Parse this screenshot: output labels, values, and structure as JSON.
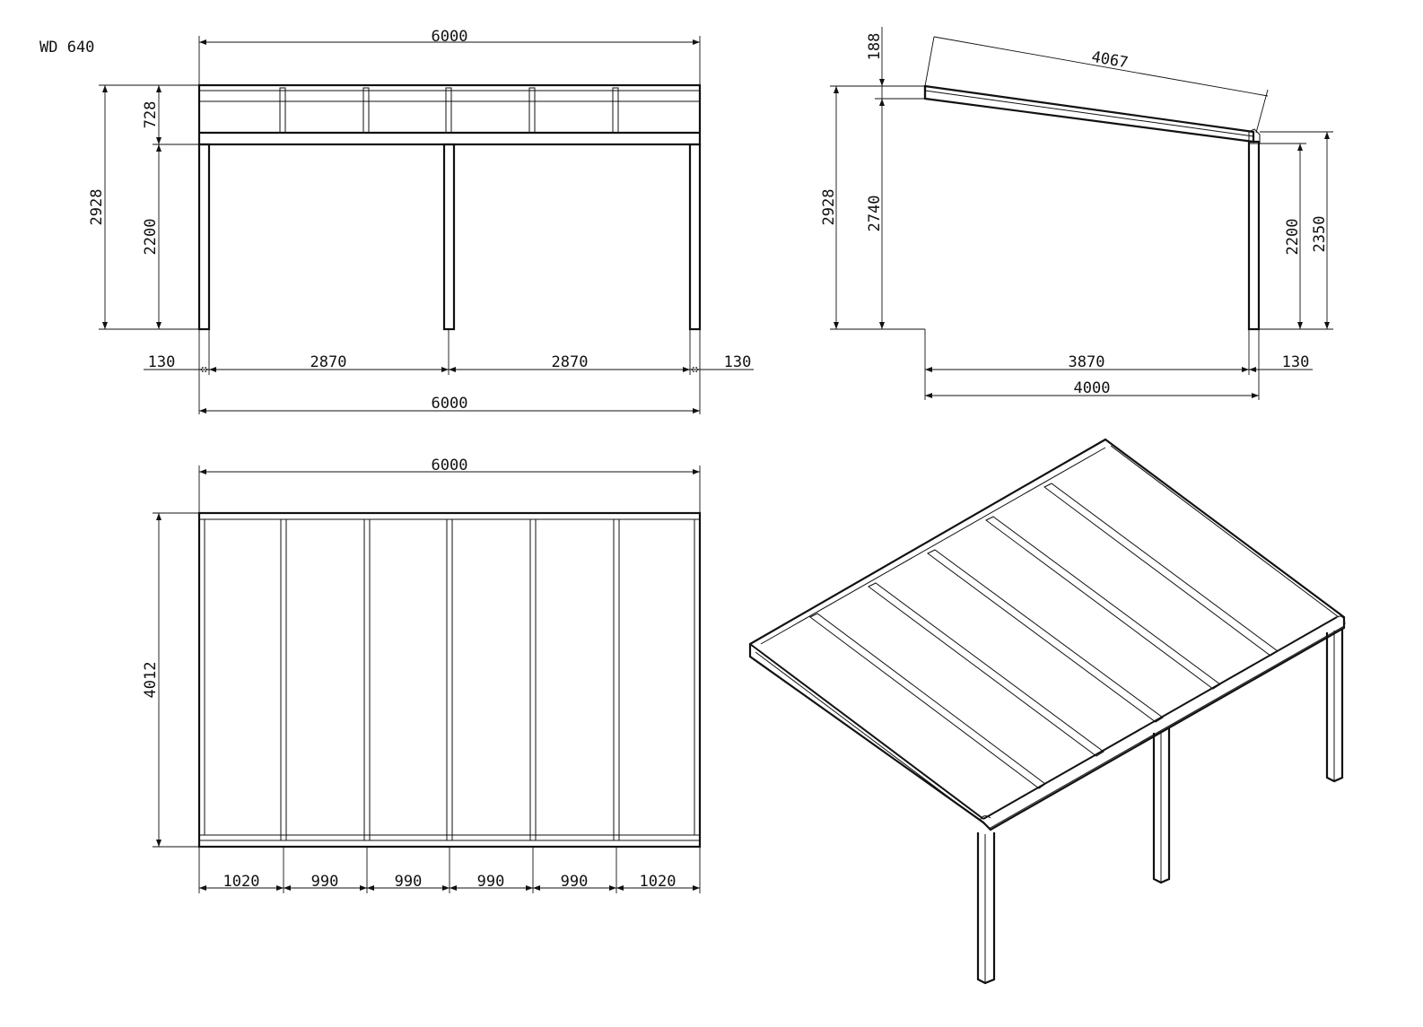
{
  "title": "WD 640",
  "front_view": {
    "width_top": "6000",
    "height_total": "2928",
    "roof_height": "728",
    "post_height": "2200",
    "offset_left": "130",
    "span_left": "2870",
    "span_right": "2870",
    "offset_right": "130",
    "width_bottom": "6000"
  },
  "side_view": {
    "gutter_height": "188",
    "rafter_length": "4067",
    "height_total": "2928",
    "wall_height": "2740",
    "post_height": "2200",
    "front_height": "2350",
    "span": "3870",
    "offset": "130",
    "depth": "4000"
  },
  "top_view": {
    "width": "6000",
    "depth": "4012",
    "bays": [
      "1020",
      "990",
      "990",
      "990",
      "990",
      "1020"
    ]
  },
  "colors": {
    "line": "#111111",
    "background": "#ffffff"
  }
}
